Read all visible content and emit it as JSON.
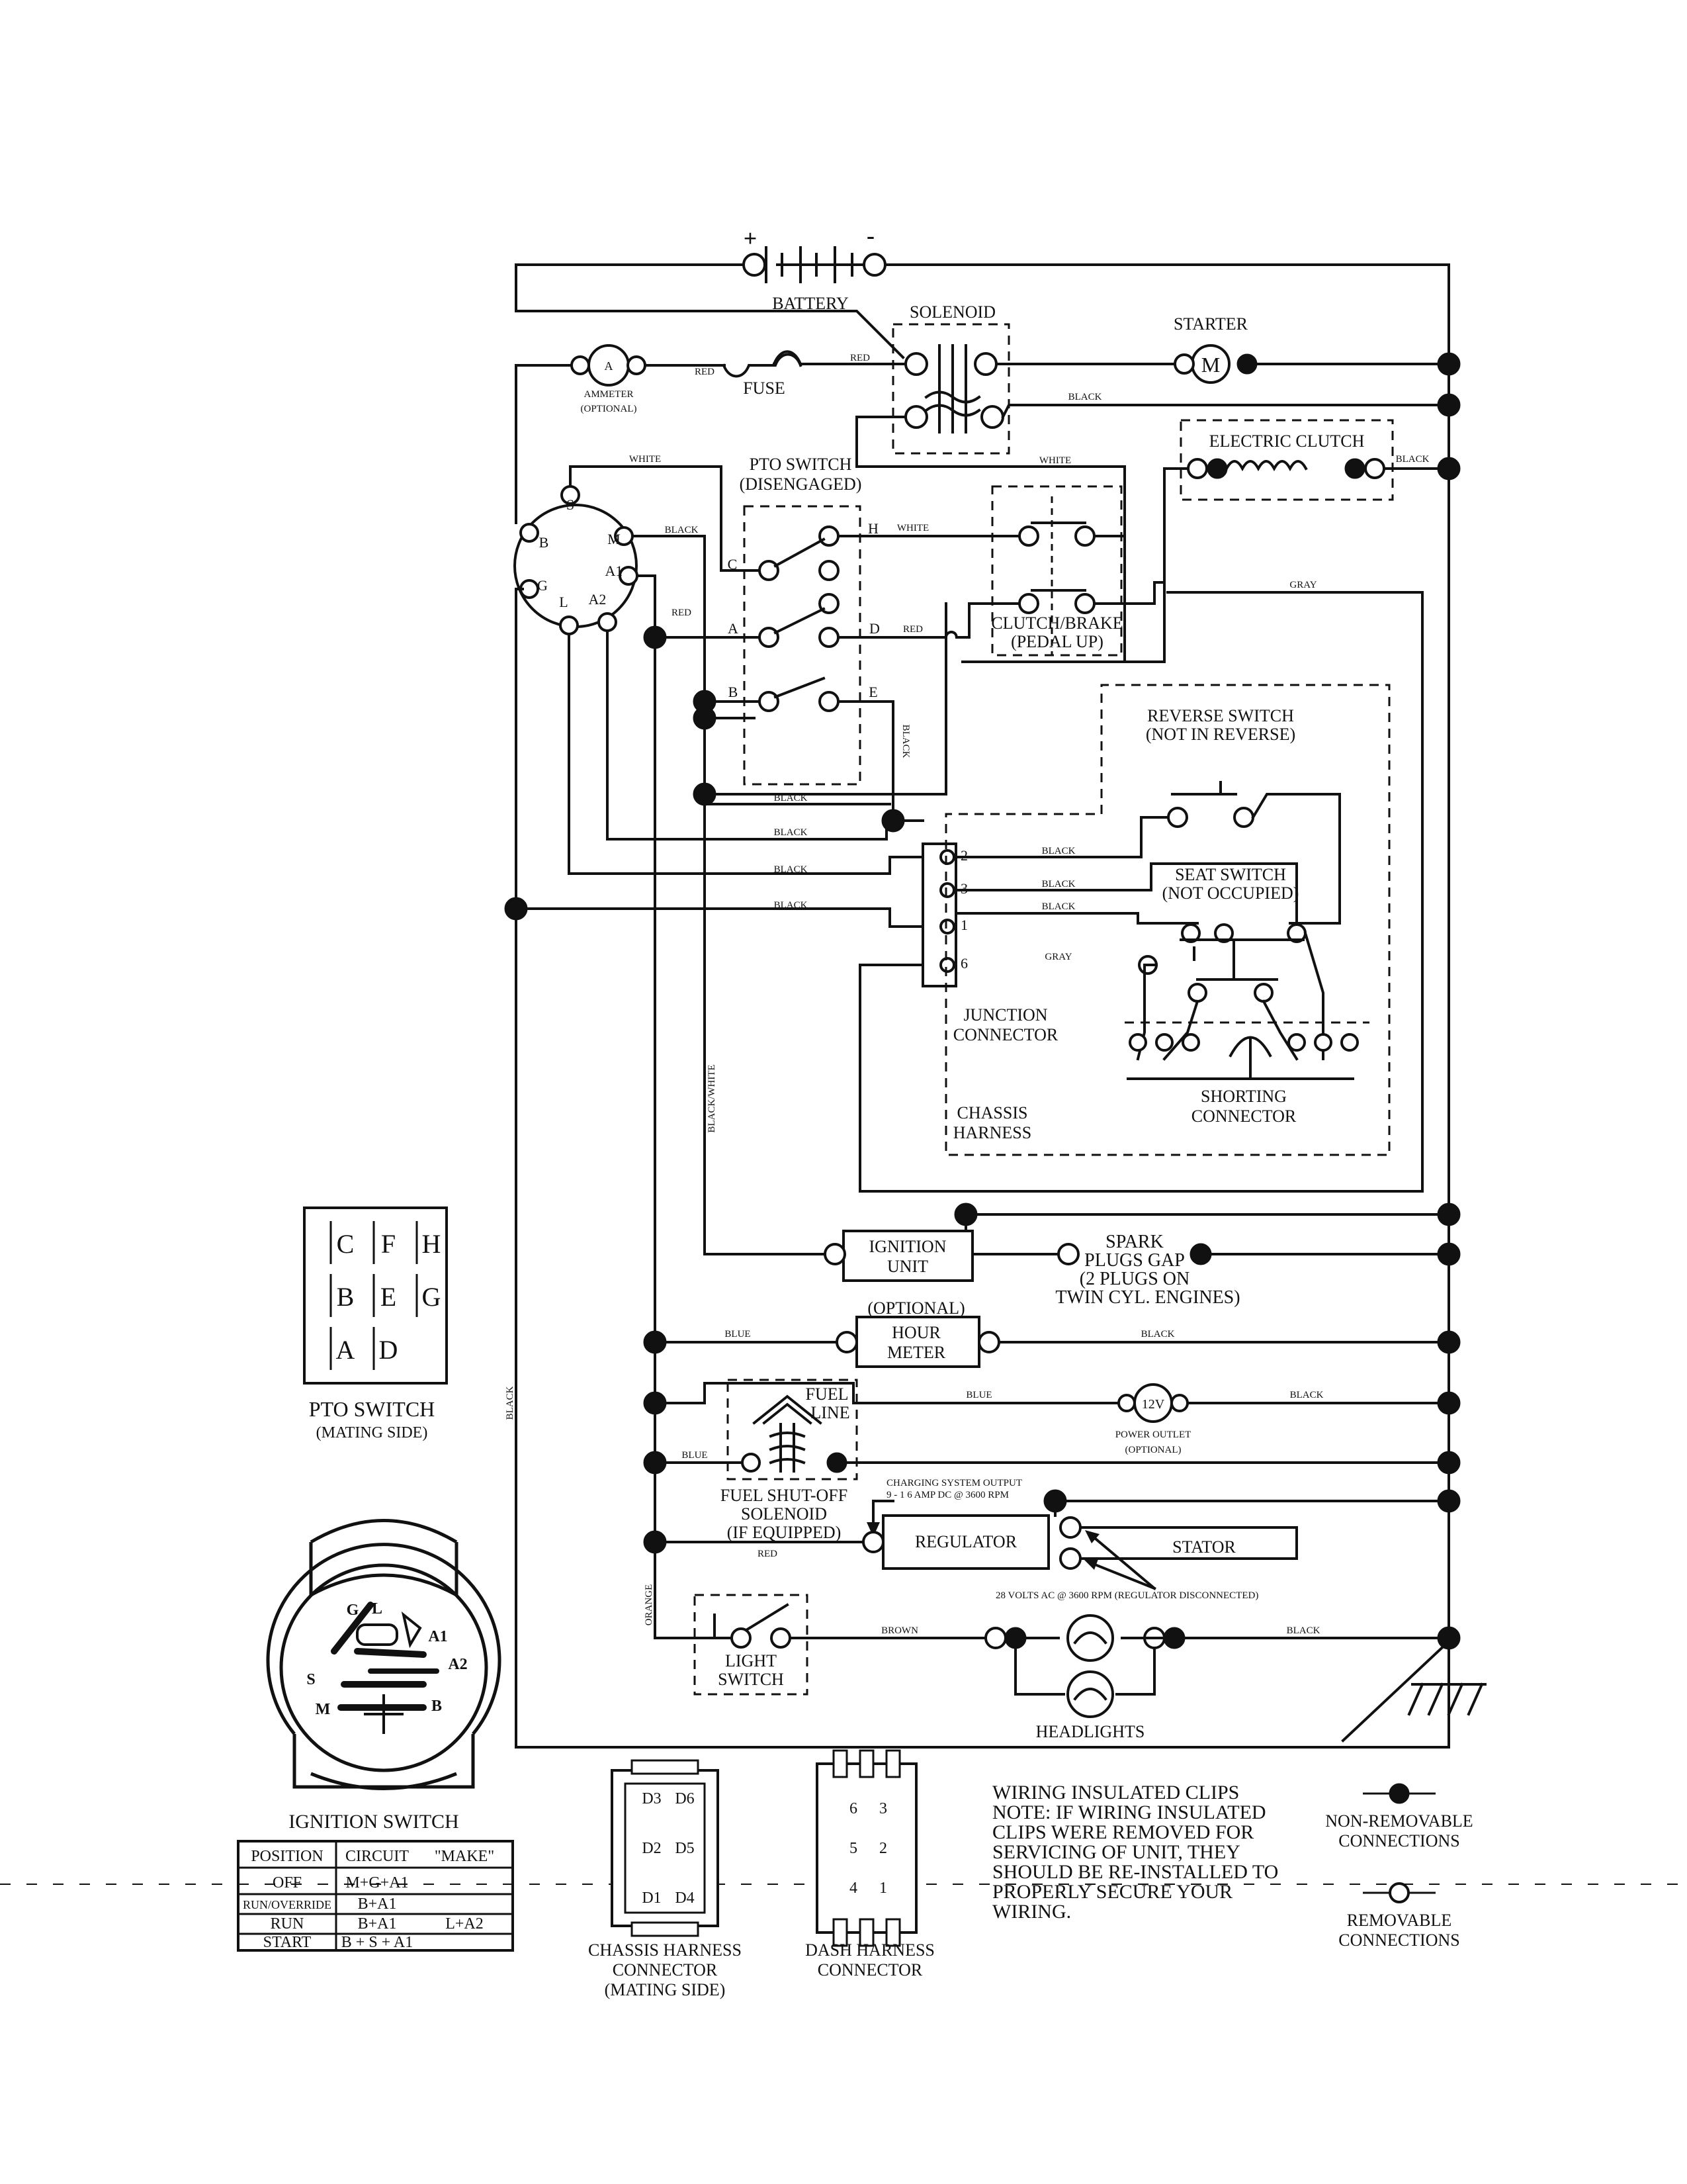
{
  "components": {
    "battery": "BATTERY",
    "battery_plus": "+",
    "battery_minus": "-",
    "solenoid": "SOLENOID",
    "starter": "STARTER",
    "starter_symbol": "M",
    "ammeter": "AMMETER",
    "ammeter_optional": "(OPTIONAL)",
    "ammeter_symbol": "A",
    "fuse": "FUSE",
    "electric_clutch": "ELECTRIC CLUTCH",
    "pto_switch": "PTO SWITCH",
    "pto_switch_state": "(DISENGAGED)",
    "clutch_brake": "CLUTCH/BRAKE",
    "clutch_brake_state": "(PEDAL UP)",
    "reverse_switch": "REVERSE SWITCH",
    "reverse_switch_state": "(NOT IN REVERSE)",
    "seat_switch": "SEAT SWITCH",
    "seat_switch_state": "(NOT OCCUPIED)",
    "junction_connector_1": "JUNCTION",
    "junction_connector_2": "CONNECTOR",
    "shorting_connector_1": "SHORTING",
    "shorting_connector_2": "CONNECTOR",
    "chassis_harness_1": "CHASSIS",
    "chassis_harness_2": "HARNESS",
    "ignition_unit_1": "IGNITION",
    "ignition_unit_2": "UNIT",
    "spark_plugs_1": "SPARK",
    "spark_plugs_2": "PLUGS GAP",
    "spark_plugs_3": "(2 PLUGS ON",
    "spark_plugs_4": "TWIN CYL. ENGINES)",
    "hour_meter_optional": "(OPTIONAL)",
    "hour_meter_1": "HOUR",
    "hour_meter_2": "METER",
    "fuel_line_1": "FUEL",
    "fuel_line_2": "LINE",
    "power_outlet_symbol": "12V",
    "power_outlet_1": "POWER OUTLET",
    "power_outlet_2": "(OPTIONAL)",
    "fuel_solenoid_1": "FUEL SHUT-OFF",
    "fuel_solenoid_2": "SOLENOID",
    "fuel_solenoid_3": "(IF EQUIPPED)",
    "charging_output_1": "CHARGING SYSTEM OUTPUT",
    "charging_output_2": "9 - 1 6 AMP DC @ 3600 RPM",
    "regulator": "REGULATOR",
    "stator": "STATOR",
    "stator_output": "28 VOLTS AC @ 3600 RPM (REGULATOR DISCONNECTED)",
    "light_switch_1": "LIGHT",
    "light_switch_2": "SWITCH",
    "headlights": "HEADLIGHTS"
  },
  "wire_labels": {
    "red": "RED",
    "black": "BLACK",
    "white": "WHITE",
    "gray": "GRAY",
    "blue": "BLUE",
    "brown": "BROWN",
    "orange": "ORANGE",
    "black_white": "BLACK/WHITE"
  },
  "ignition_terminals": [
    "B",
    "S",
    "M",
    "A1",
    "A2",
    "L",
    "G"
  ],
  "pto_terminals": [
    "C",
    "H",
    "A",
    "D",
    "B",
    "E"
  ],
  "junction_pins": [
    "2",
    "3",
    "1",
    "6"
  ],
  "pto_mating": {
    "title": "PTO SWITCH",
    "subtitle": "(MATING SIDE)",
    "rows": [
      [
        "C",
        "F",
        "H"
      ],
      [
        "B",
        "E",
        "G"
      ],
      [
        "A",
        "D"
      ]
    ]
  },
  "ignition_switch": {
    "title": "IGNITION SWITCH",
    "face_labels": [
      "G",
      "L",
      "A1",
      "A2",
      "S",
      "M",
      "B"
    ],
    "table": {
      "headers": [
        "POSITION",
        "CIRCUIT",
        "\"MAKE\""
      ],
      "rows": [
        [
          "OFF",
          "M+G+A1",
          ""
        ],
        [
          "RUN/OVERRIDE",
          "B+A1",
          ""
        ],
        [
          "RUN",
          "B+A1",
          "L+A2"
        ],
        [
          "START",
          "B + S + A1",
          ""
        ]
      ]
    }
  },
  "chassis_connector": {
    "label_1": "CHASSIS HARNESS",
    "label_2": "CONNECTOR",
    "label_3": "(MATING SIDE)",
    "pins": [
      "D3",
      "D6",
      "D2",
      "D5",
      "D1",
      "D4"
    ]
  },
  "dash_connector": {
    "label_1": "DASH HARNESS",
    "label_2": "CONNECTOR",
    "pins": [
      "6",
      "3",
      "5",
      "2",
      "4",
      "1"
    ]
  },
  "notes": {
    "line_1": "WIRING INSULATED CLIPS",
    "line_2": "NOTE:  IF WIRING INSULATED",
    "line_3": "CLIPS WERE REMOVED FOR",
    "line_4": "SERVICING OF UNIT, THEY",
    "line_5": "SHOULD BE RE-INSTALLED TO",
    "line_6": "PROPERLY SECURE YOUR",
    "line_7": "WIRING."
  },
  "legend": {
    "non_removable_1": "NON-REMOVABLE",
    "non_removable_2": "CONNECTIONS",
    "removable_1": "REMOVABLE",
    "removable_2": "CONNECTIONS"
  }
}
